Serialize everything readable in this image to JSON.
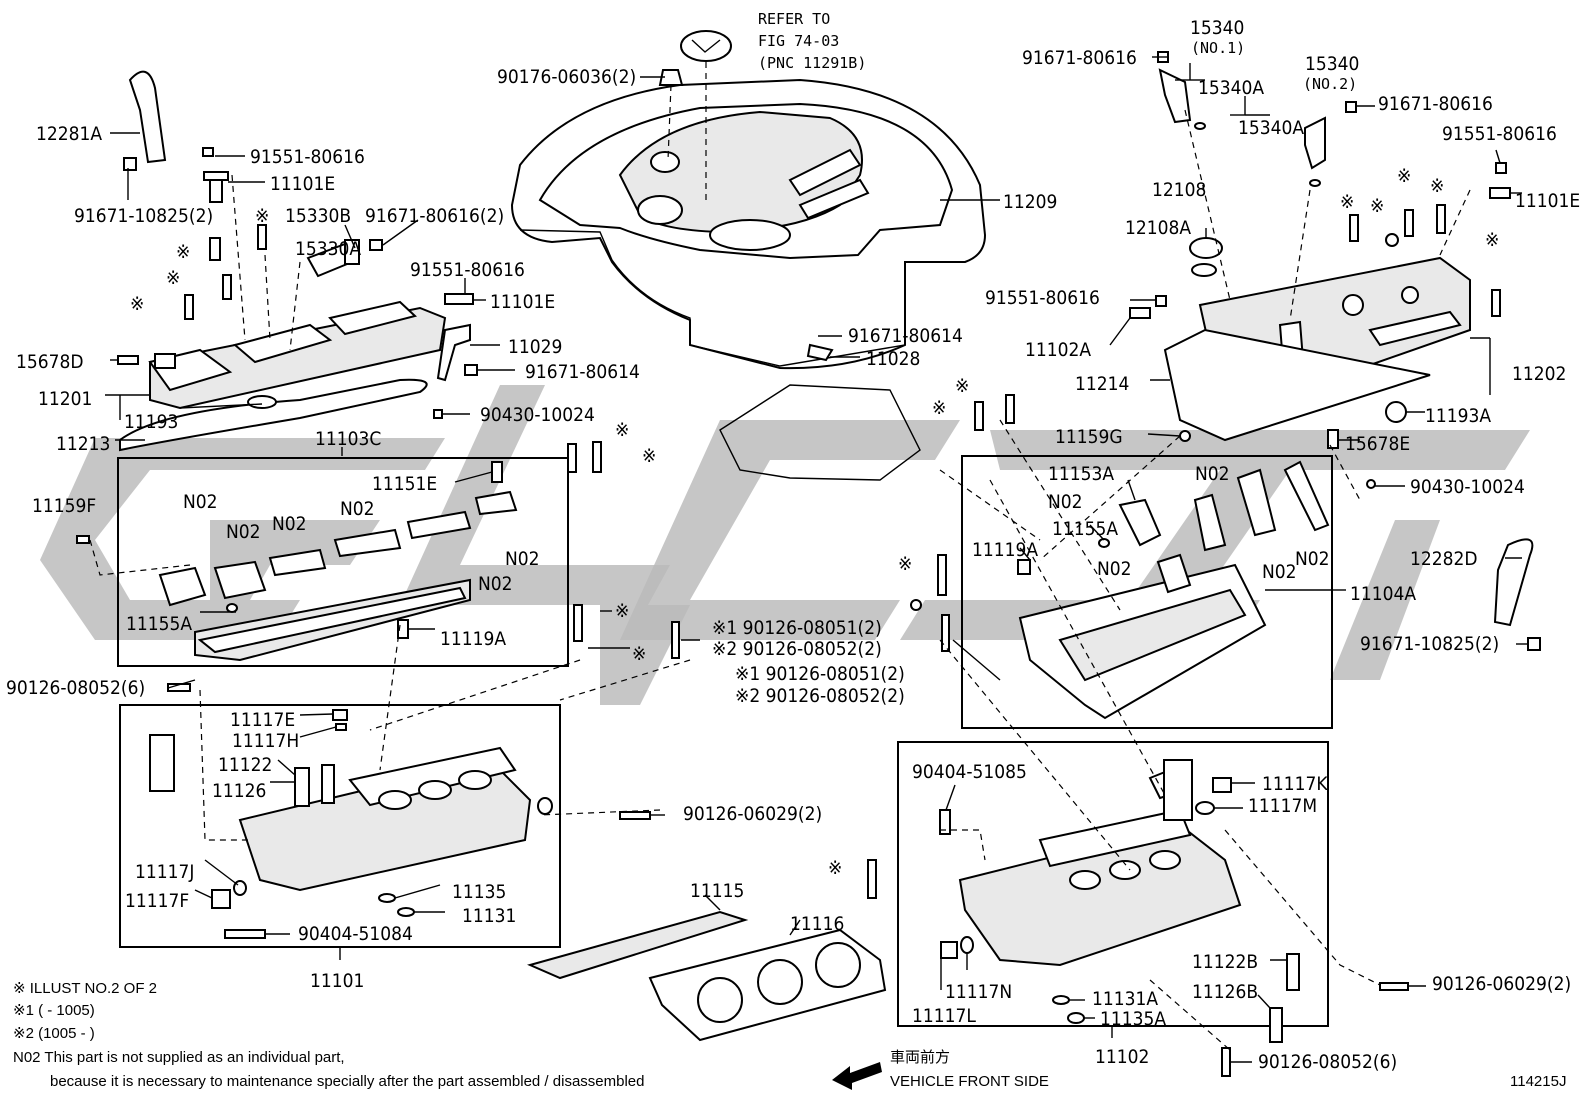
{
  "figure_id": "114215J",
  "notes": {
    "l1": "※ ILLUST NO.2 OF 2",
    "l2": "※1 (        - 1005)",
    "l3": "※2 (1005 -        )",
    "l4": "N02 This part is not supplied as an individual part,",
    "l5": "because it is necessary to maintenance specially after the part assembled / disassembled"
  },
  "direction": {
    "jp": "車両前方",
    "en": "VEHICLE FRONT SIDE"
  },
  "refer": {
    "l1": "REFER TO",
    "l2": "FIG 74-03",
    "l3": "(PNC 11291B)"
  },
  "labels": {
    "p90176": "90176-06036(2)",
    "p11209": "11209",
    "p12281A": "12281A",
    "p91551_a": "91551-80616",
    "p11101E_a": "11101E",
    "p91671_10825_a": "91671-10825(2)",
    "p15330B": "15330B",
    "p15330A": "15330A",
    "p91671_80616_2": "91671-80616(2)",
    "p91551_b": "91551-80616",
    "p11101E_b": "11101E",
    "p11029": "11029",
    "p91671_80614_a": "91671-80614",
    "p15678D": "15678D",
    "p11201": "11201",
    "p11193": "11193",
    "p11213": "11213",
    "p90430_a": "90430-10024",
    "p11103C": "11103C",
    "p11151E": "11151E",
    "p11159F": "11159F",
    "p11155A_a": "11155A",
    "p11119A_a": "11119A",
    "p90126_08052_6a": "90126-08052(6)",
    "p11117E": "11117E",
    "p11117H": "11117H",
    "p11122": "11122",
    "p11126": "11126",
    "p11117J": "11117J",
    "p11117F": "11117F",
    "p11135": "11135",
    "p11131": "11131",
    "p90404_51084": "90404-51084",
    "p11101": "11101",
    "p90126_06029_a": "90126-06029(2)",
    "p11115": "11115",
    "p11116": "11116",
    "p91671_80614_b": "91671-80614",
    "p11028": "11028",
    "s1_a": "※1 90126-08051(2)",
    "s2_a": "※2 90126-08052(2)",
    "s1_b": "※1 90126-08051(2)",
    "s2_b": "※2 90126-08052(2)",
    "p15340_1": "15340",
    "p15340_no1": "(NO.1)",
    "p15340A_1": "15340A",
    "p15340_2": "15340",
    "p15340_no2": "(NO.2)",
    "p15340A_2": "15340A",
    "p91671_80616_a": "91671-80616",
    "p91671_80616_b": "91671-80616",
    "p91551_c": "91551-80616",
    "p11101E_c": "11101E",
    "p12108": "12108",
    "p12108A": "12108A",
    "p91551_d": "91551-80616",
    "p11102A": "11102A",
    "p11214": "11214",
    "p11202": "11202",
    "p11193A": "11193A",
    "p11159G": "11159G",
    "p15678E": "15678E",
    "p90430_b": "90430-10024",
    "p11153A": "11153A",
    "p11155A_b": "11155A",
    "p11119A_b": "11119A",
    "p11104A": "11104A",
    "p12282D": "12282D",
    "p91671_10825_b": "91671-10825(2)",
    "p90404_51085": "90404-51085",
    "p11117K": "11117K",
    "p11117M": "11117M",
    "p11122B": "11122B",
    "p11126B": "11126B",
    "p11117N": "11117N",
    "p11117L": "11117L",
    "p11131A": "11131A",
    "p11135A": "11135A",
    "p90126_06029_b": "90126-06029(2)",
    "p90126_08052_6b": "90126-08052(6)",
    "p11102": "11102",
    "n02": "N02",
    "mark": "※"
  }
}
